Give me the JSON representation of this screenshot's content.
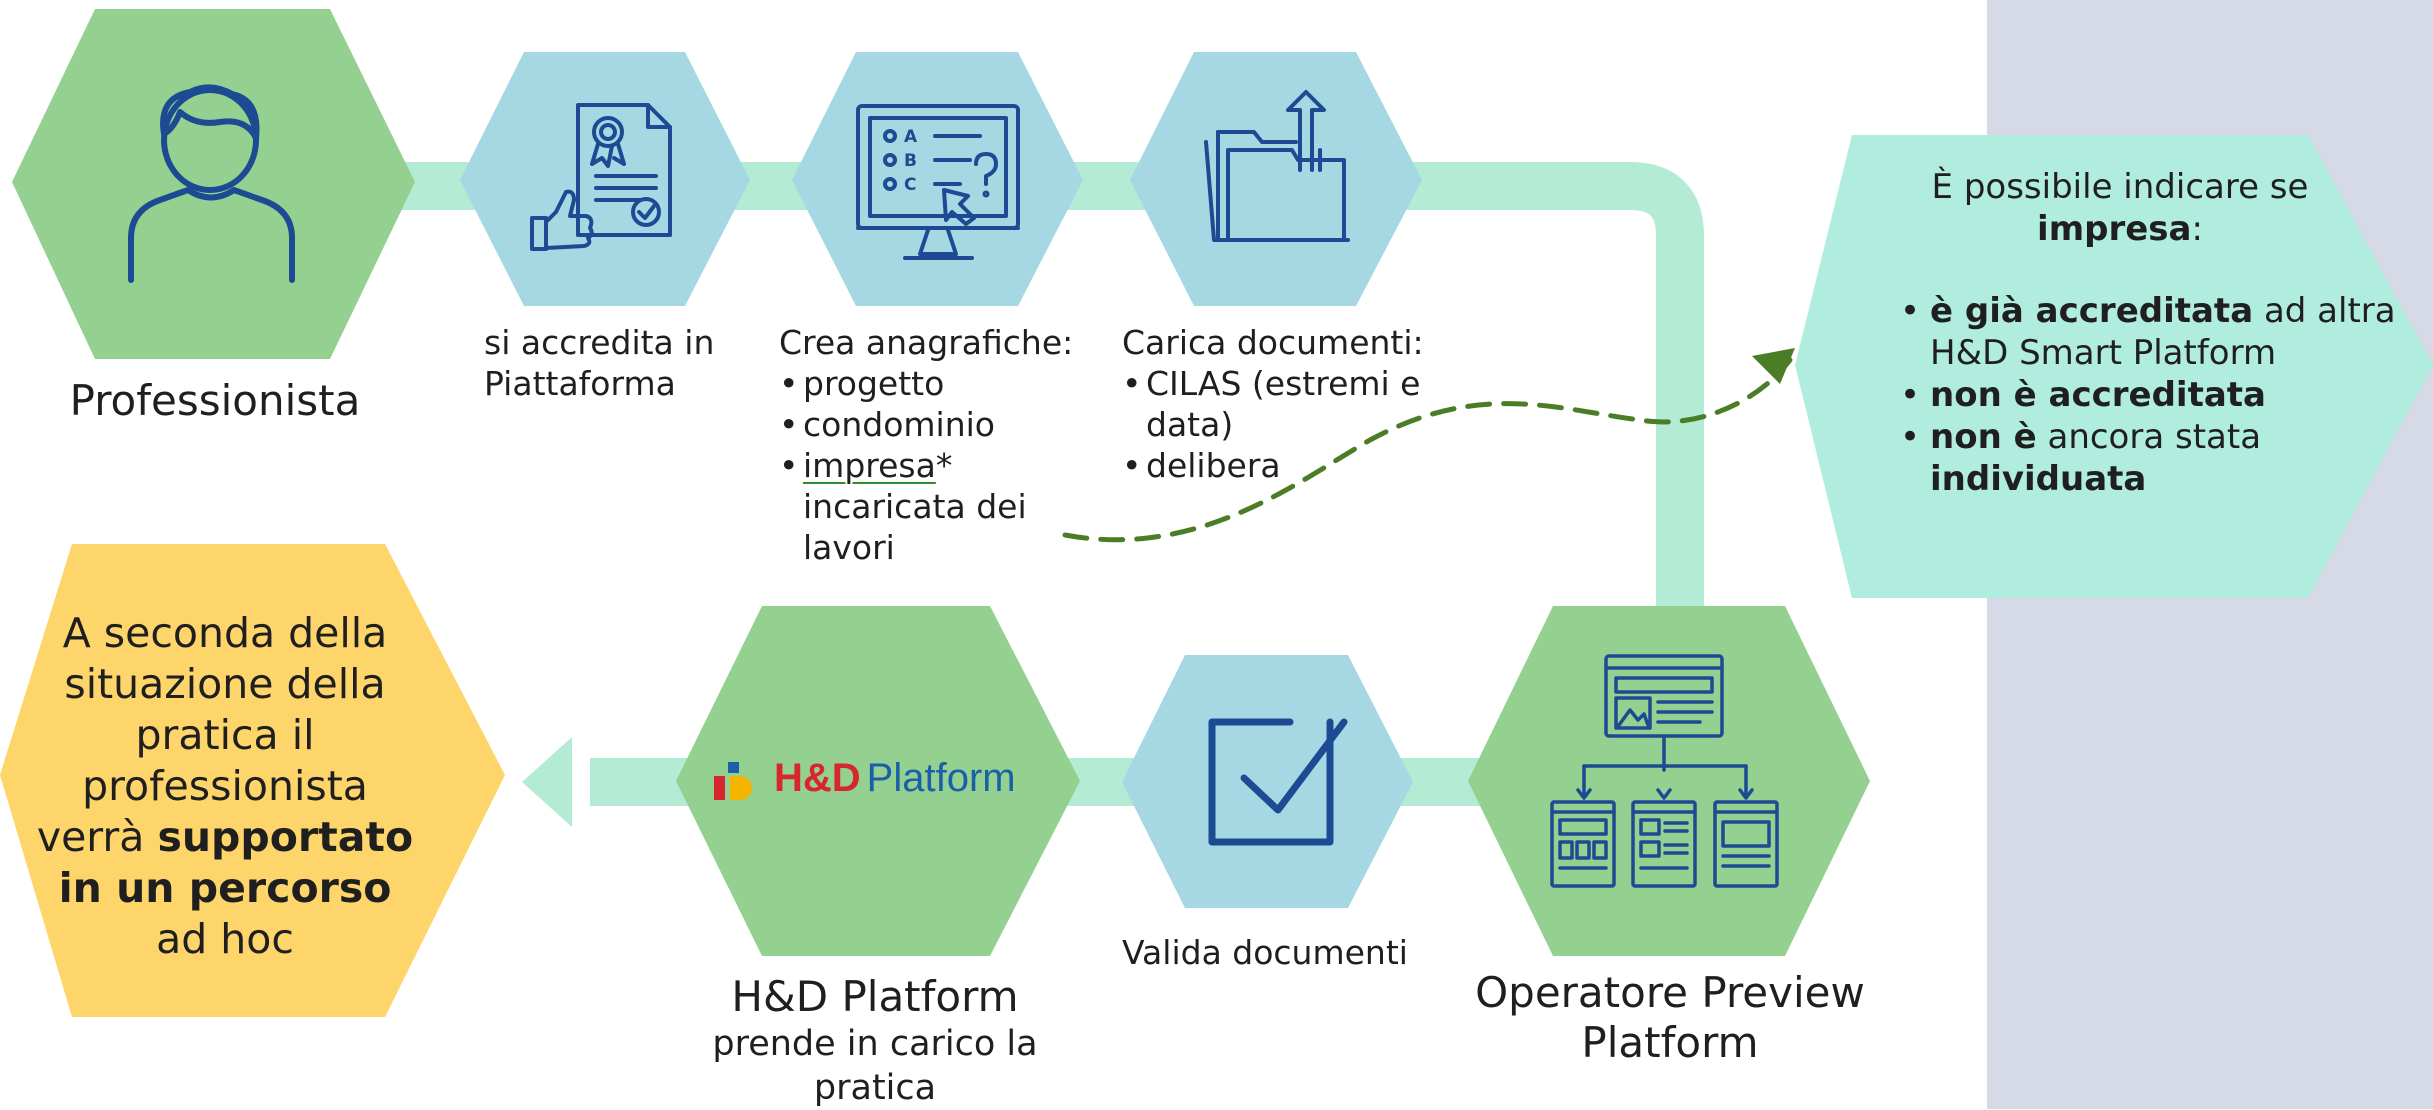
{
  "colors": {
    "green_hex": "#94d08f",
    "blue_hex": "#a5d8e2",
    "yellow_hex": "#fdd56a",
    "teal_hex": "#b1eddf",
    "path": "#b4ebd4",
    "icon": "#1c4a93",
    "panel": "#d5dae6",
    "dashed_arrow": "#4a7d25"
  },
  "nodes": {
    "professionista": {
      "icon": "person-icon",
      "label": "Professionista"
    },
    "accredita": {
      "icon": "certificate-thumbs-up-icon",
      "label_line1": "si accredita in",
      "label_line2": "Piattaforma"
    },
    "anagrafiche": {
      "icon": "quiz-monitor-icon",
      "heading": "Crea anagrafiche:",
      "items": [
        "progetto",
        "condominio"
      ],
      "impresa_word": "impresa",
      "impresa_rest": "*",
      "impresa_line2": "incaricata dei",
      "impresa_line3": "lavori"
    },
    "documenti": {
      "icon": "folder-upload-icon",
      "heading": "Carica documenti:",
      "item1_line1": "CILAS (estremi e",
      "item1_line2": "data)",
      "item2": "delibera"
    },
    "operatore": {
      "icon": "sitemap-icon",
      "label_line1": "Operatore Preview",
      "label_line2": "Platform"
    },
    "valida": {
      "icon": "checkbox-icon",
      "label": "Valida documenti"
    },
    "hd_platform": {
      "logo_brand": "H&D",
      "logo_platform": "Platform",
      "label_line1": "H&D Platform",
      "label_line2": "prende in carico la",
      "label_line3": "pratica"
    },
    "supporto": {
      "line1": "A seconda della",
      "line2": "situazione della",
      "line3": "pratica il",
      "line4": "professionista",
      "line5_pre": "verrà ",
      "line5_bold": "supportato",
      "line6_bold": "in un percorso",
      "line7": "ad hoc"
    }
  },
  "note": {
    "line1": "È possibile indicare se",
    "line2_bold": "impresa",
    "line2_rest": ":",
    "b1_bold": "è già accreditata",
    "b1_rest": " ad altra",
    "b1_line2": "H&D Smart Platform",
    "b2_bold": "non è accreditata",
    "b3_bold": "non è",
    "b3_rest": " ancora stata",
    "b3_line2_bold": "individuata"
  }
}
